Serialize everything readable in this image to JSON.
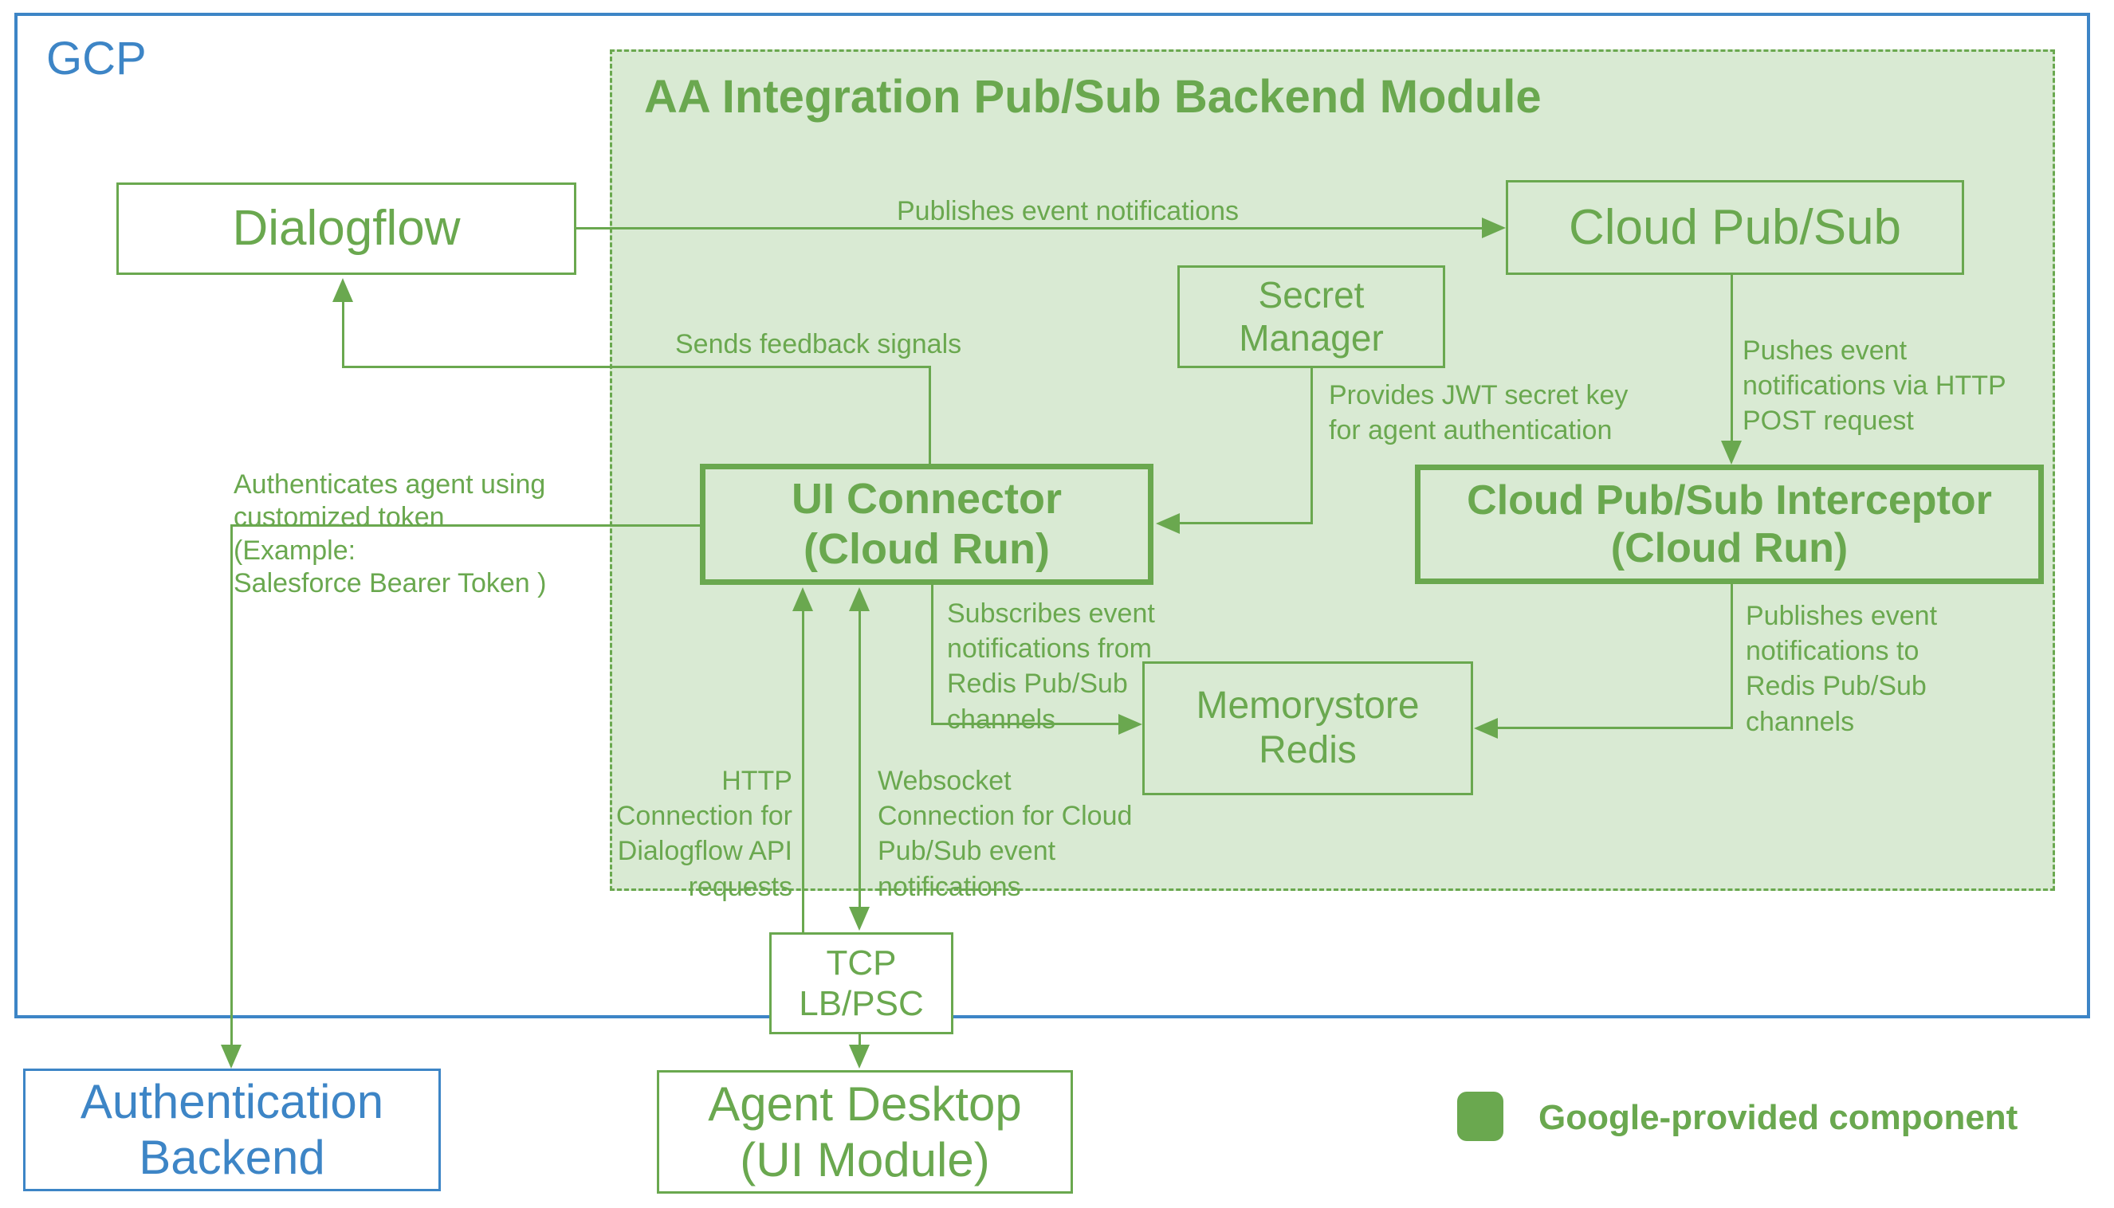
{
  "colors": {
    "green": "#6aa84f",
    "light_green_fill": "#d9ead3",
    "blue": "#3d85c6",
    "background": "#ffffff"
  },
  "gcp": {
    "label": "GCP"
  },
  "module": {
    "title": "AA Integration Pub/Sub Backend Module"
  },
  "nodes": {
    "dialogflow": {
      "label": "Dialogflow"
    },
    "cloud_pubsub": {
      "label": "Cloud Pub/Sub"
    },
    "secret_manager": {
      "label": "Secret\nManager"
    },
    "ui_connector": {
      "label": "UI Connector\n(Cloud Run)"
    },
    "interceptor": {
      "label": "Cloud Pub/Sub Interceptor\n(Cloud Run)"
    },
    "memorystore": {
      "label": "Memorystore\nRedis"
    },
    "tcp_lb": {
      "label": "TCP\nLB/PSC"
    },
    "agent_desktop": {
      "label": "Agent Desktop\n(UI Module)"
    },
    "auth_backend": {
      "label": "Authentication\nBackend"
    }
  },
  "edges": {
    "publishes_event": {
      "label": "Publishes event notifications"
    },
    "sends_feedback": {
      "label": "Sends feedback signals"
    },
    "provides_jwt": {
      "label": "Provides JWT secret key\nfor agent authentication"
    },
    "pushes_event": {
      "label": "Pushes event\nnotifications via HTTP\nPOST request"
    },
    "authenticates": {
      "label": "Authenticates agent using\ncustomized token\n(Example:\nSalesforce Bearer Token )"
    },
    "subscribes": {
      "label": "Subscribes event\nnotifications from\nRedis Pub/Sub\nchannels"
    },
    "publishes_redis": {
      "label": "Publishes event\nnotifications to\nRedis Pub/Sub\nchannels"
    },
    "http_conn": {
      "label": "HTTP\nConnection for\nDialogflow API\nrequests"
    },
    "websocket_conn": {
      "label": "Websocket\nConnection for Cloud\nPub/Sub event\nnotifications"
    }
  },
  "legend": {
    "label": "Google-provided component"
  }
}
